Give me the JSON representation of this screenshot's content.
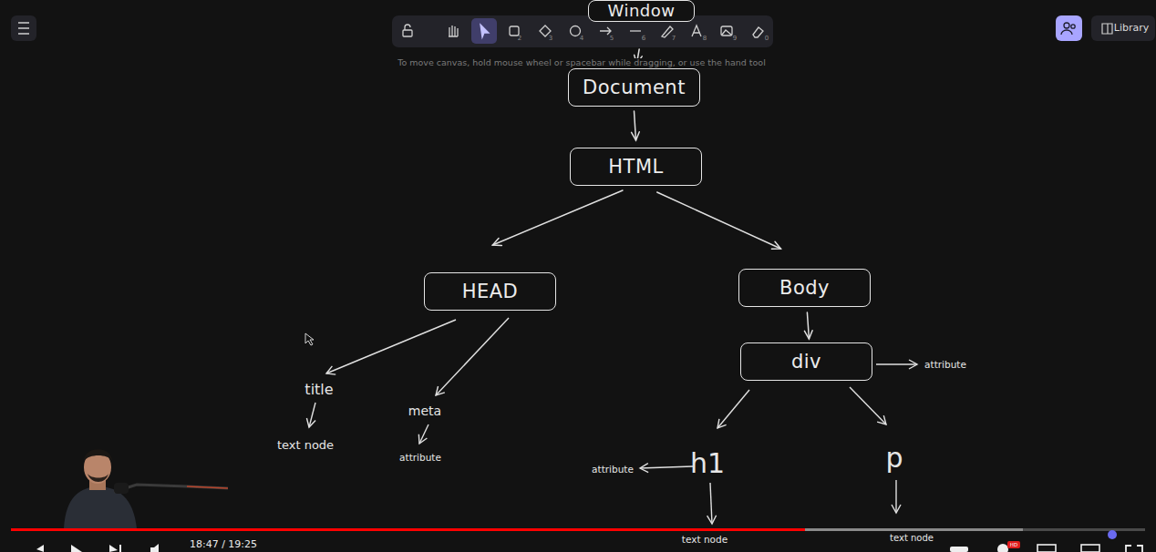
{
  "diagram": {
    "nodes": [
      {
        "text": [
          "Window"
        ]
      },
      {
        "text": [
          "Document"
        ]
      },
      {
        "text": [
          "HTML"
        ]
      },
      {
        "text": [
          "HEAD"
        ]
      },
      {
        "text": [
          "Body"
        ]
      },
      {
        "text": [
          "div"
        ]
      }
    ],
    "edges": [
      {
        "from": 0,
        "to": 1,
        "arrow": "to"
      },
      {
        "from": 1,
        "to": 2,
        "arrow": "to"
      },
      {
        "from": 2,
        "to": 3,
        "arrow": "to"
      },
      {
        "from": 2,
        "to": 4,
        "arrow": "to"
      },
      {
        "from": 4,
        "to": 5,
        "arrow": "to"
      }
    ],
    "labels": [
      "To move canvas, hold mouse wheel or spacebar while dragging, or use the hand tool",
      "2",
      "3",
      "4",
      "5",
      "6",
      "7",
      "8",
      "9",
      "0",
      "Library",
      "title",
      "text node",
      "meta",
      "attribute",
      "attribute",
      "h1",
      "attribute",
      "text node",
      "p",
      "text node",
      "18:47 / 19:25",
      "HD"
    ]
  }
}
